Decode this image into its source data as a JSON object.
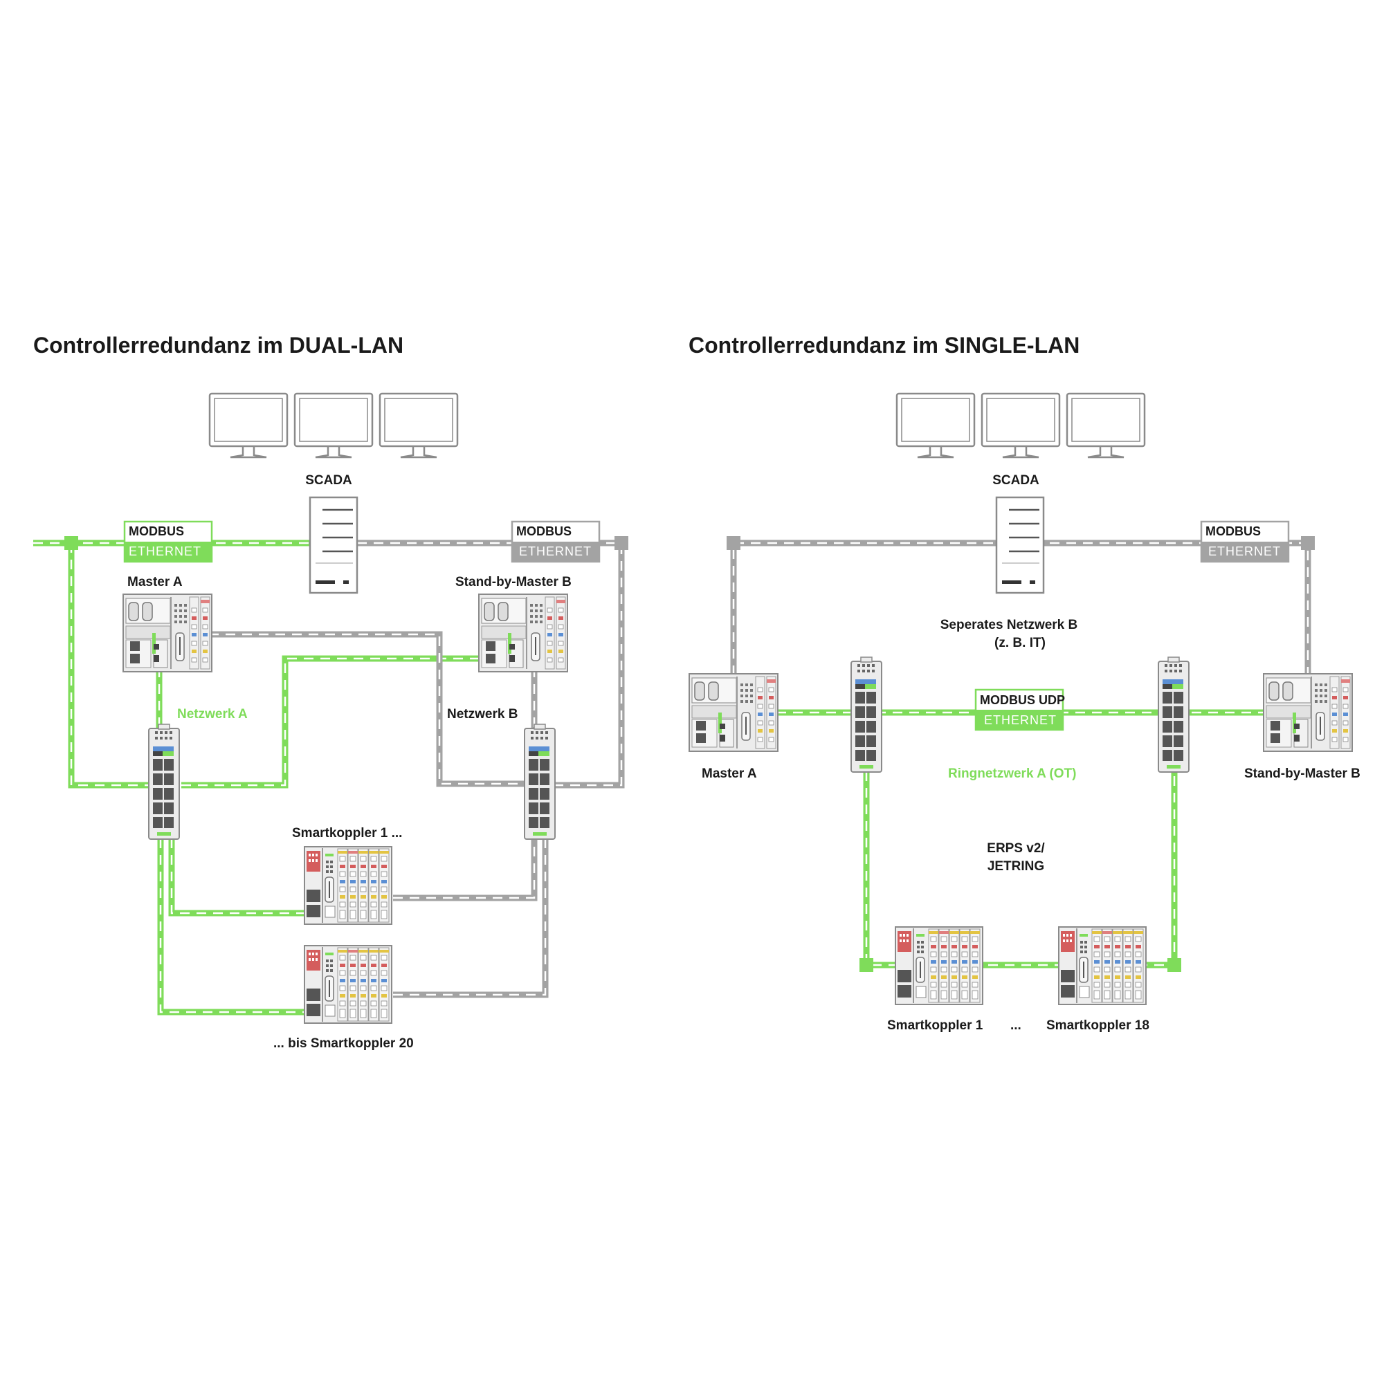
{
  "colors": {
    "green": "#7fdc5a",
    "grey": "#a3a3a3",
    "device_fill": "#e9e9e9",
    "device_stroke": "#8a8a8a",
    "text": "#1a1a1a"
  },
  "left": {
    "title": "Controllerredundanz im DUAL-LAN",
    "scada_label": "SCADA",
    "badge_green": {
      "top": "MODBUS",
      "bottom": "ETHERNET"
    },
    "badge_grey": {
      "top": "MODBUS",
      "bottom": "ETHERNET"
    },
    "master_a": "Master A",
    "master_b": "Stand-by-Master B",
    "network_a": "Netzwerk A",
    "network_b": "Netzwerk B",
    "coupler_first": "Smartkoppler 1 ...",
    "coupler_last": "... bis Smartkoppler 20"
  },
  "right": {
    "title": "Controllerredundanz im SINGLE-LAN",
    "scada_label": "SCADA",
    "badge_grey": {
      "top": "MODBUS",
      "bottom": "ETHERNET"
    },
    "badge_udp": {
      "top": "MODBUS UDP",
      "bottom": "ETHERNET"
    },
    "separate_net_1": "Seperates Netzwerk B",
    "separate_net_2": "(z. B. IT)",
    "master_a": "Master A",
    "master_b": "Stand-by-Master B",
    "ring_net": "Ringnetzwerk A (OT)",
    "protocol_1": "ERPS v2/",
    "protocol_2": "JETRING",
    "coupler_first": "Smartkoppler 1",
    "ellipsis": "...",
    "coupler_last": "Smartkoppler 18"
  }
}
